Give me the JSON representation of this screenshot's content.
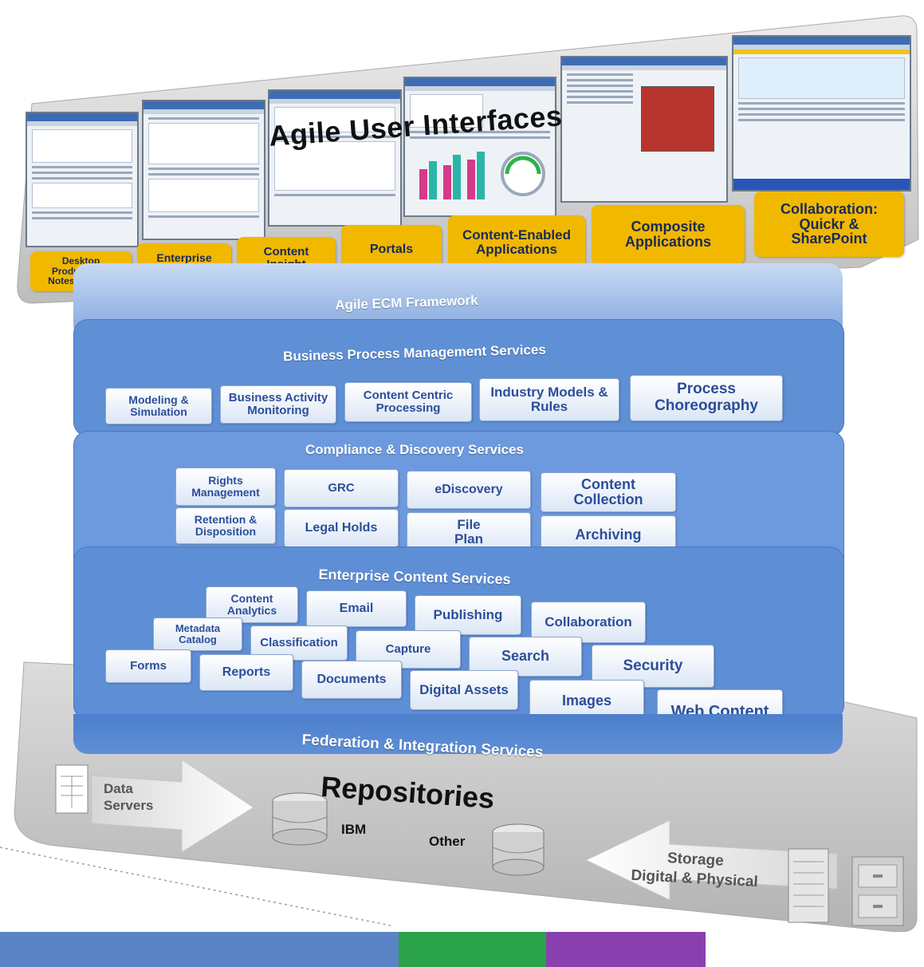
{
  "header": {
    "title": "Agile User Interfaces"
  },
  "interfaces": [
    "Desktop\nProductivity:\nNotes & Office",
    "Enterprise\nSearch",
    "Content\nInsight",
    "Portals",
    "Content-Enabled\nApplications",
    "Composite\nApplications",
    "Collaboration:\nQuickr &\nSharePoint"
  ],
  "framework": {
    "title": "Agile ECM Framework"
  },
  "bpm": {
    "title": "Business Process Management Services",
    "items": [
      "Modeling &\nSimulation",
      "Business Activity\nMonitoring",
      "Content Centric\nProcessing",
      "Industry Models &\nRules",
      "Process\nChoreography"
    ]
  },
  "compliance": {
    "title": "Compliance & Discovery Services",
    "items": [
      "Rights\nManagement",
      "GRC",
      "eDiscovery",
      "Content\nCollection",
      "Retention &\nDisposition",
      "Legal Holds",
      "File\nPlan",
      "Archiving"
    ]
  },
  "ecs": {
    "title": "Enterprise Content Services",
    "items": [
      "Content\nAnalytics",
      "Email",
      "Publishing",
      "Collaboration",
      "Metadata\nCatalog",
      "Classification",
      "Capture",
      "Search",
      "Security",
      "Forms",
      "Reports",
      "Documents",
      "Digital Assets",
      "Images",
      "Web Content"
    ]
  },
  "federation": {
    "title": "Federation & Integration Services"
  },
  "repositories": {
    "title": "Repositories",
    "ibm": "IBM",
    "other": "Other"
  },
  "data_servers": "Data\nServers",
  "storage": "Storage\nDigital & Physical",
  "colors": {
    "yellow": "#f1b800",
    "layer_blue": "#5b8fd6",
    "box_text": "#2c4e9a",
    "shell_grey": "#c8c8c8"
  }
}
